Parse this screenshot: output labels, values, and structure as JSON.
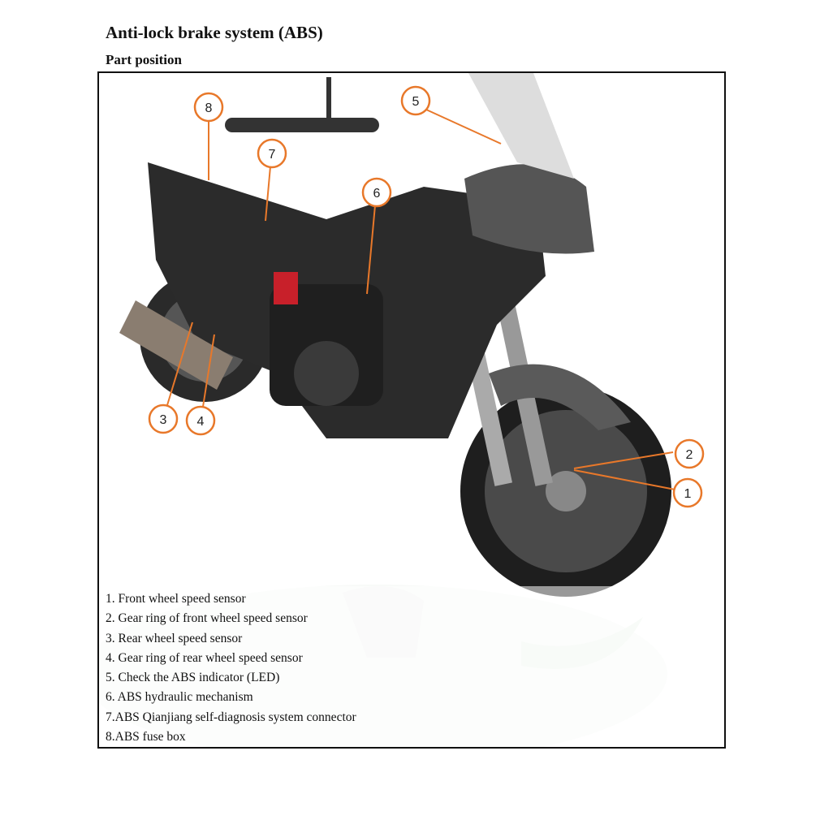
{
  "title": "Anti-lock brake system (ABS)",
  "subtitle": "Part position",
  "callouts": [
    "1",
    "2",
    "3",
    "4",
    "5",
    "6",
    "7",
    "8"
  ],
  "callout_color": "#e8782a",
  "legend": [
    "1. Front wheel speed sensor",
    "2. Gear ring of front wheel speed sensor",
    "3. Rear wheel speed sensor",
    "4. Gear ring of rear wheel speed sensor",
    "5. Check the ABS indicator (LED)",
    "6. ABS hydraulic mechanism",
    "7.ABS Qianjiang self-diagnosis system connector",
    "8.ABS fuse box"
  ]
}
